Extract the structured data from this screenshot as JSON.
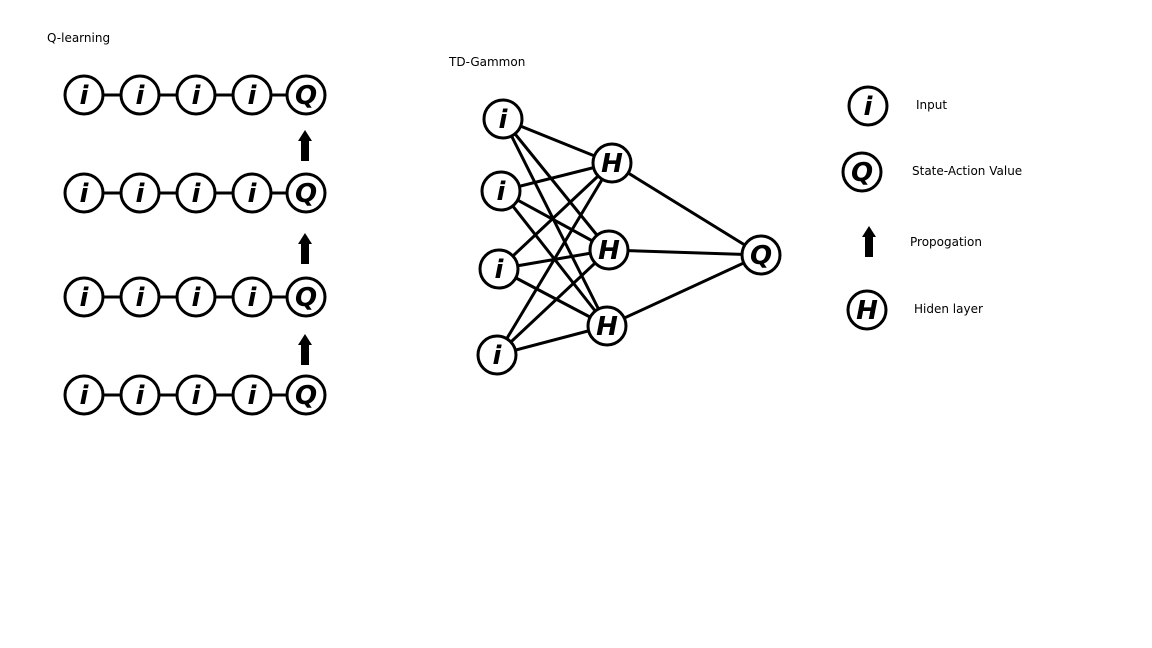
{
  "titles": {
    "q_learning": "Q-learning",
    "td_gammon": "TD-Gammon"
  },
  "glyphs": {
    "input": "i",
    "value": "Q",
    "hidden": "H"
  },
  "q_learning": {
    "rows": [
      [
        "i",
        "i",
        "i",
        "i",
        "Q"
      ],
      [
        "i",
        "i",
        "i",
        "i",
        "Q"
      ],
      [
        "i",
        "i",
        "i",
        "i",
        "Q"
      ],
      [
        "i",
        "i",
        "i",
        "i",
        "Q"
      ]
    ]
  },
  "td_gammon": {
    "inputs": [
      "i",
      "i",
      "i",
      "i"
    ],
    "hidden": [
      "H",
      "H",
      "H"
    ],
    "output": "Q"
  },
  "legend": {
    "items": [
      {
        "symbol": "i",
        "kind": "node",
        "label": "Input"
      },
      {
        "symbol": "Q",
        "kind": "node",
        "label": "State-Action Value"
      },
      {
        "symbol": "arrow-up",
        "kind": "arrow",
        "label": "Propogation"
      },
      {
        "symbol": "H",
        "kind": "node",
        "label": "Hiden layer"
      }
    ]
  },
  "colors": {
    "stroke": "#000000",
    "background": "#ffffff"
  }
}
